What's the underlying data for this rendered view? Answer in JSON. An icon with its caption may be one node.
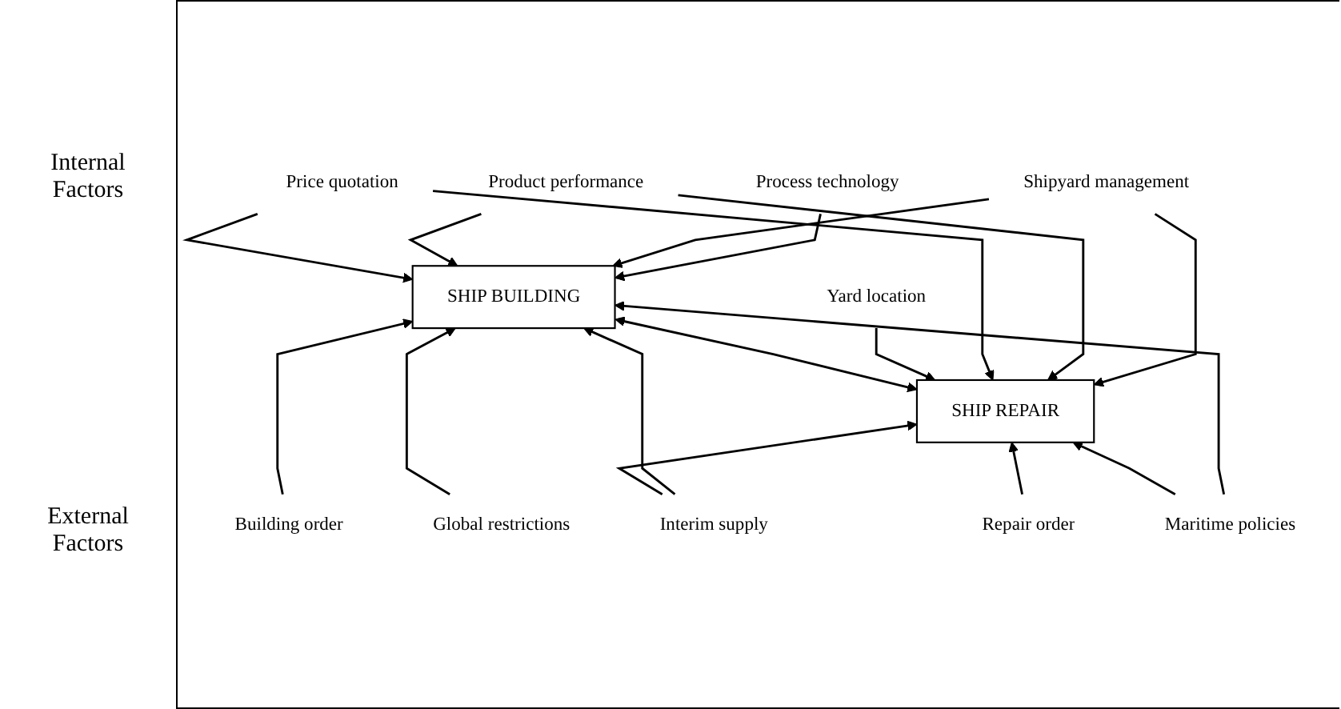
{
  "diagram": {
    "nodes": [
      {
        "text": [
          "Process technology"
        ]
      },
      {
        "text": [
          "Shipyard management"
        ]
      },
      {
        "text": [
          "Product performance"
        ]
      },
      {
        "text": [
          "Price quotation"
        ]
      },
      {
        "text": [
          "Yard location"
        ]
      },
      {
        "text": [
          "SHIP BUILDING"
        ]
      },
      {
        "text": [
          "SHIP REPAIR"
        ]
      },
      {
        "text": [
          "Building order"
        ]
      },
      {
        "text": [
          "Global restrictions"
        ]
      },
      {
        "text": [
          "Interim supply"
        ]
      },
      {
        "text": [
          "Maritime policies"
        ]
      },
      {
        "text": [
          "Repair order"
        ]
      }
    ],
    "edges": [
      {
        "from": 0,
        "to": 5,
        "arrow": "to"
      },
      {
        "from": 1,
        "to": 5,
        "arrow": "to"
      },
      {
        "from": 1,
        "to": 6,
        "arrow": "to"
      },
      {
        "from": 2,
        "to": 5,
        "arrow": "to"
      },
      {
        "from": 2,
        "to": 6,
        "arrow": "to"
      },
      {
        "from": 3,
        "to": 5,
        "arrow": "to"
      },
      {
        "from": 3,
        "to": 6,
        "arrow": "to"
      },
      {
        "from": 4,
        "to": 6,
        "arrow": "to"
      },
      {
        "from": 5,
        "to": 6,
        "arrow": "both"
      },
      {
        "from": 7,
        "to": 5,
        "arrow": "to"
      },
      {
        "from": 8,
        "to": 5,
        "arrow": "to"
      },
      {
        "from": 9,
        "to": 5,
        "arrow": "to"
      },
      {
        "from": 9,
        "to": 6,
        "arrow": "to"
      },
      {
        "from": 10,
        "to": 5,
        "arrow": "to"
      },
      {
        "from": 10,
        "to": 6,
        "arrow": "to"
      },
      {
        "from": 11,
        "to": 6,
        "arrow": "to"
      }
    ],
    "labels": [
      "Internal Factors",
      "External Factors"
    ]
  }
}
